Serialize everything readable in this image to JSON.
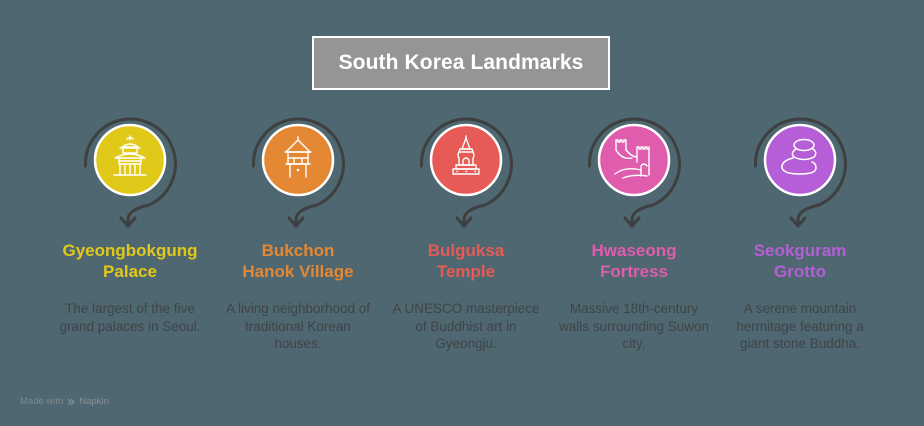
{
  "title": "South Korea Landmarks",
  "colors": {
    "background": "#4e6770",
    "title_box": "#959595",
    "ring": "#3d3f40",
    "desc_text": "#3f4446"
  },
  "steps": [
    {
      "name": "Gyeongbokgung Palace",
      "title_line1": "Gyeongbokgung",
      "title_line2": "Palace",
      "description": "The largest of the five grand palaces in Seoul.",
      "icon": "palace-pagoda-icon",
      "color": "#e1c919"
    },
    {
      "name": "Bukchon Hanok Village",
      "title_line1": "Bukchon",
      "title_line2": "Hanok Village",
      "description": "A living neighborhood of traditional Korean houses.",
      "icon": "hanok-house-icon",
      "color": "#e48833"
    },
    {
      "name": "Bulguksa Temple",
      "title_line1": "Bulguksa",
      "title_line2": "Temple",
      "description": "A UNESCO masterpiece of Buddhist art in Gyeongju.",
      "icon": "temple-stupa-icon",
      "color": "#e65b55"
    },
    {
      "name": "Hwaseong Fortress",
      "title_line1": "Hwaseong",
      "title_line2": "Fortress",
      "description": "Massive 18th-century walls surrounding Suwon city.",
      "icon": "fortress-wall-icon",
      "color": "#e05cad"
    },
    {
      "name": "Seokguram Grotto",
      "title_line1": "Seokguram",
      "title_line2": "Grotto",
      "description": "A serene mountain hermitage featuring a giant stone Buddha.",
      "icon": "stacked-stones-icon",
      "color": "#b55ed8"
    }
  ],
  "footer": {
    "made_with": "Made with",
    "brand": "Napkin"
  }
}
